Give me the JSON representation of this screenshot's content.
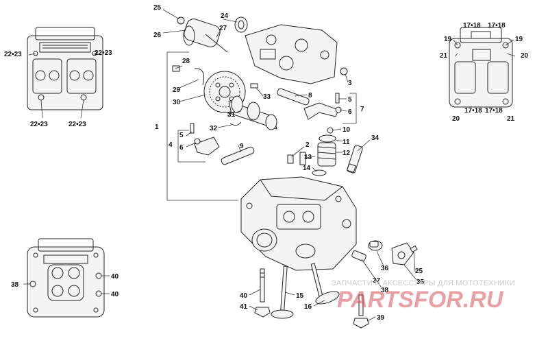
{
  "callouts": {
    "c1": "1",
    "c2": "2",
    "c3": "3",
    "c4": "4",
    "c5a": "5",
    "c5b": "5",
    "c6a": "6",
    "c6b": "6",
    "c7": "7",
    "c8": "8",
    "c9": "9",
    "c10": "10",
    "c11": "11",
    "c12": "12",
    "c13": "13",
    "c14": "14",
    "c15": "15",
    "c16": "16",
    "c17a": "17•18",
    "c17b": "17•18",
    "c17c": "17•18",
    "c17d": "17•18",
    "c19a": "19",
    "c19b": "19",
    "c20a": "20",
    "c20b": "20",
    "c21a": "21",
    "c21b": "21",
    "c22a": "22•23",
    "c22b": "22•23",
    "c22c": "22•23",
    "c22d": "22•23",
    "c24": "24",
    "c25a": "25",
    "c25b": "25",
    "c26": "26",
    "c27": "27",
    "c28": "28",
    "c29": "29",
    "c30": "30",
    "c31": "31",
    "c32": "32",
    "c33": "33",
    "c34": "34",
    "c35": "35",
    "c36": "36",
    "c37": "37",
    "c38a": "38",
    "c38b": "38",
    "c39": "39",
    "c40a": "40",
    "c40b": "40",
    "c40c": "40",
    "c41": "41"
  },
  "watermark": {
    "line1": "ЗАПЧАСТИ И АКСЕССУАРЫ ДЛЯ МОТОТЕХНИКИ",
    "line2": "PARTSFOR.RU"
  }
}
